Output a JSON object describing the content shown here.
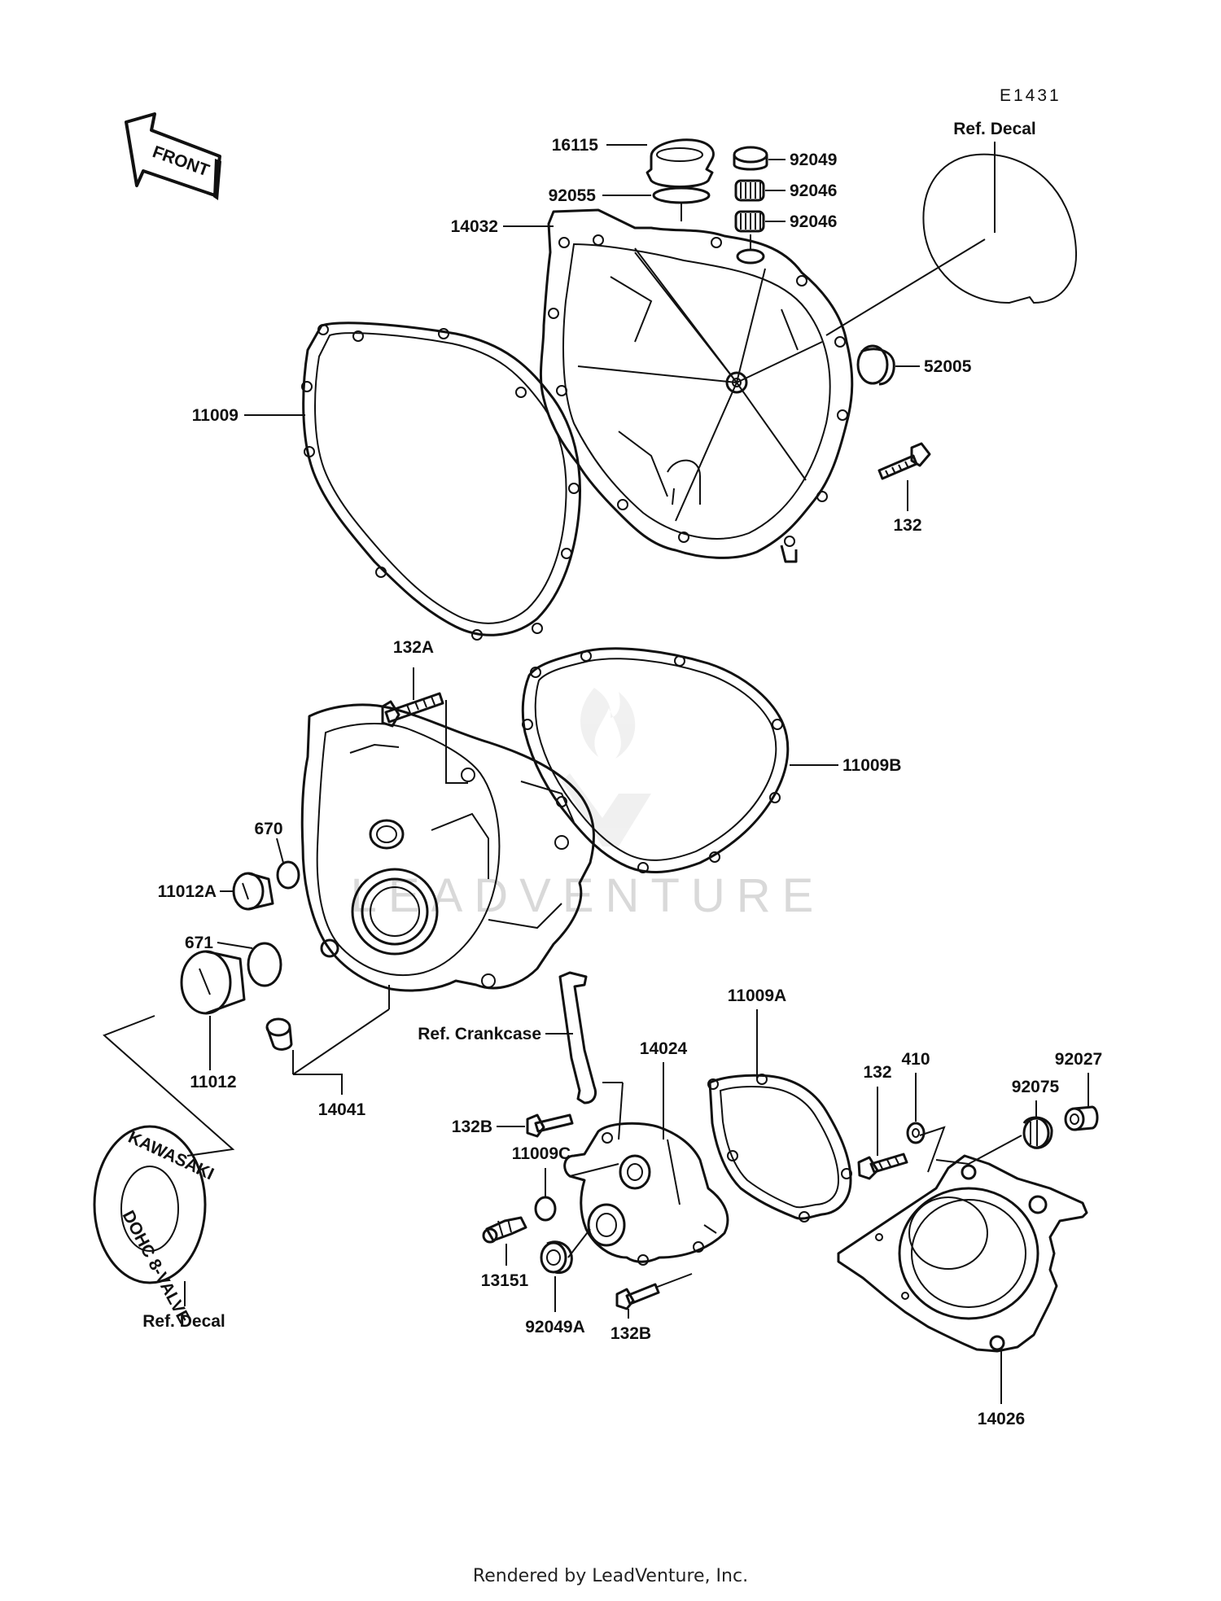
{
  "diagram": {
    "code": "E1431",
    "front_label": "FRONT",
    "watermark": "LEADVENTURE",
    "footer": "Rendered by LeadVenture, Inc.",
    "labels": {
      "p16115": "16115",
      "p92049": "92049",
      "p92055": "92055",
      "p92046a": "92046",
      "p92046b": "92046",
      "p14032": "14032",
      "ref_decal_top": "Ref. Decal",
      "p52005": "52005",
      "p11009": "11009",
      "p132_top": "132",
      "p132A": "132A",
      "p11009B": "11009B",
      "p670": "670",
      "p11012A": "11012A",
      "p671": "671",
      "p11012": "11012",
      "p14041": "14041",
      "ref_crankcase": "Ref. Crankcase",
      "p14024": "14024",
      "p11009A": "11009A",
      "p132_mid": "132",
      "p410": "410",
      "p92027": "92027",
      "p92075": "92075",
      "p132B_a": "132B",
      "p11009C": "11009C",
      "p13151": "13151",
      "p92049A": "92049A",
      "p132B_b": "132B",
      "p14026": "14026",
      "ref_decal_bottom": "Ref. Decal",
      "decal_brand": "KAWASAKI",
      "decal_text": "DOHC 8-VALVE"
    }
  }
}
